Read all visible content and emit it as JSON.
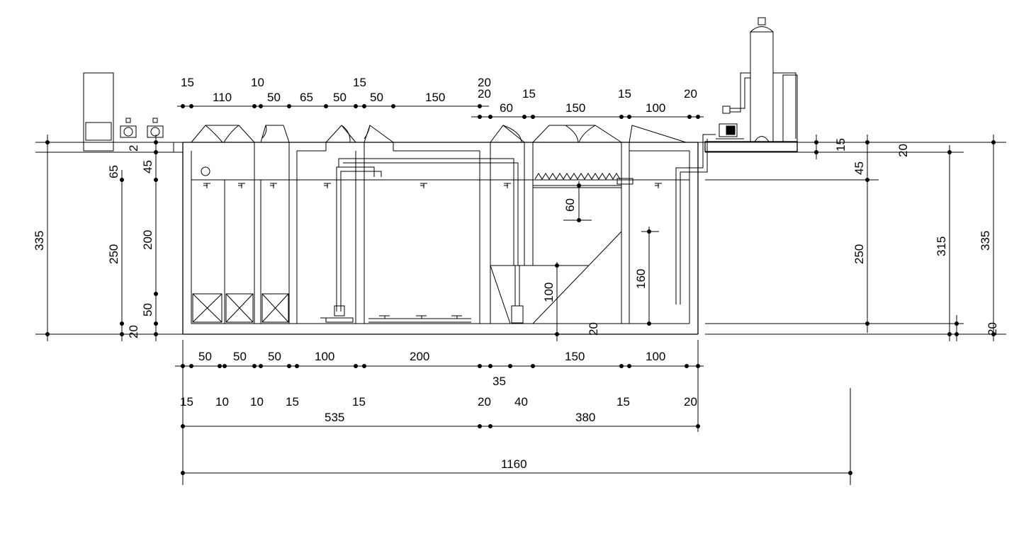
{
  "colors": {
    "background": "#ffffff",
    "lines": "#000000"
  },
  "top_dims": {
    "row1": [
      "15",
      "110",
      "10",
      "50",
      "65",
      "50",
      "15",
      "50",
      "150",
      "20"
    ],
    "row2": [
      "20",
      "60",
      "15",
      "150",
      "15",
      "100",
      "20"
    ]
  },
  "bottom_dims": {
    "row1": [
      "50",
      "50",
      "50",
      "100",
      "200",
      "150",
      "100"
    ],
    "row1_sub": "35",
    "row2": [
      "15",
      "10",
      "10",
      "15",
      "15",
      "20",
      "40",
      "15",
      "20"
    ],
    "row3": [
      "535",
      "380"
    ],
    "total": "1160"
  },
  "left_dims": {
    "outer": "335",
    "col2": [
      "65",
      "250",
      "20"
    ],
    "col3": [
      "45",
      "200",
      "50",
      "20"
    ],
    "pump_label": "2"
  },
  "inner_dims": {
    "d60": "60",
    "d100": "100",
    "d160": "160",
    "d20": "20"
  },
  "right_dims": {
    "d15": "15",
    "d20_top": "20",
    "d45": "45",
    "d250": "250",
    "d315": "315",
    "d335": "335",
    "d20_bottom": "20"
  }
}
